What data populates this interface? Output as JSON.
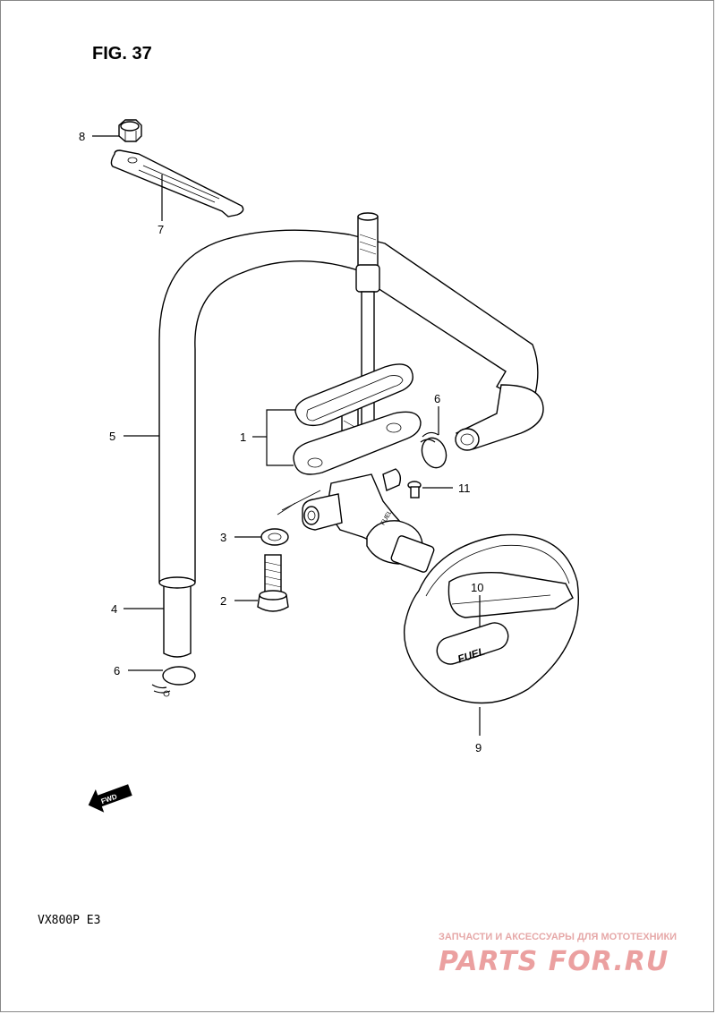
{
  "figure": {
    "title": "FIG. 37"
  },
  "model": "VX800P  E3",
  "watermark": {
    "tagline": "ЗАПЧАСТИ И АКСЕССУАРЫ ДЛЯ МОТОТЕХНИКИ",
    "brand": "PARTS FOR.RU"
  },
  "fwd_label": "FWD",
  "fuel_label": "FUEL",
  "valve_label": "FUEL",
  "callouts": [
    "8",
    "7",
    "1",
    "5",
    "6",
    "11",
    "3",
    "2",
    "4",
    "6",
    "10",
    "9"
  ]
}
